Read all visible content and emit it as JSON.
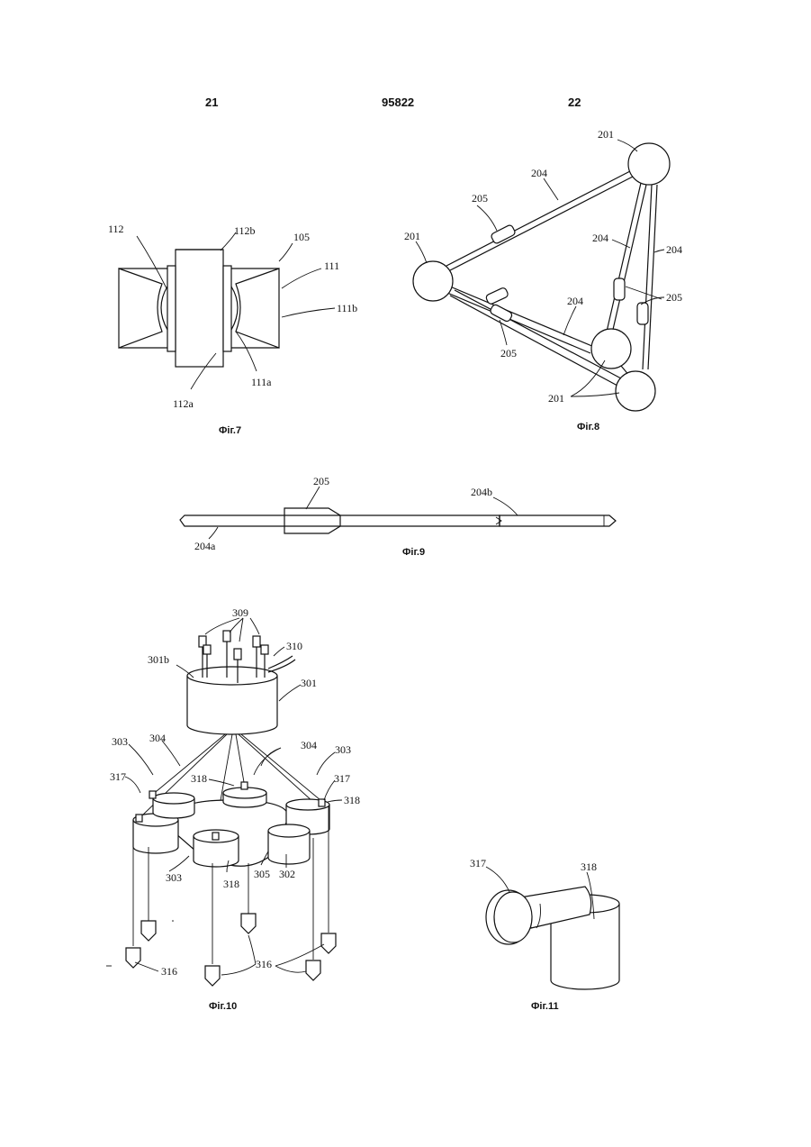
{
  "header": {
    "left_page": "21",
    "patent_no": "95822",
    "right_page": "22"
  },
  "fig7": {
    "caption": "Фіг.7",
    "labels": {
      "l112": "112",
      "l112b": "112b",
      "l105": "105",
      "l111": "111",
      "l111b": "111b",
      "l112a": "112a",
      "l111a": "111a"
    }
  },
  "fig8": {
    "caption": "Фіг.8",
    "labels": {
      "l201_top": "201",
      "l204_top": "204",
      "l205_left": "205",
      "l201_left": "201",
      "l204_mid": "204",
      "l204_right": "204",
      "l205_right": "205",
      "l204_low": "204",
      "l205_low": "205",
      "l201_bottom": "201"
    }
  },
  "fig9": {
    "caption": "Фіг.9",
    "labels": {
      "l205": "205",
      "l204b": "204b",
      "l204a": "204a"
    }
  },
  "fig10": {
    "caption": "Фіг.10",
    "labels": {
      "l309": "309",
      "l301b": "301b",
      "l310": "310",
      "l301": "301",
      "l303_tl": "303",
      "l304_l": "304",
      "l304_r": "304",
      "l303_tr": "303",
      "l317_l": "317",
      "l318_c": "318",
      "l317_r": "317",
      "l318_r": "318",
      "l303_b": "303",
      "l318_b": "318",
      "l305": "305",
      "l302": "302",
      "l316_l": "316",
      "l316_c": "316"
    }
  },
  "fig11": {
    "caption": "Фіг.11",
    "labels": {
      "l317": "317",
      "l318": "318"
    }
  }
}
